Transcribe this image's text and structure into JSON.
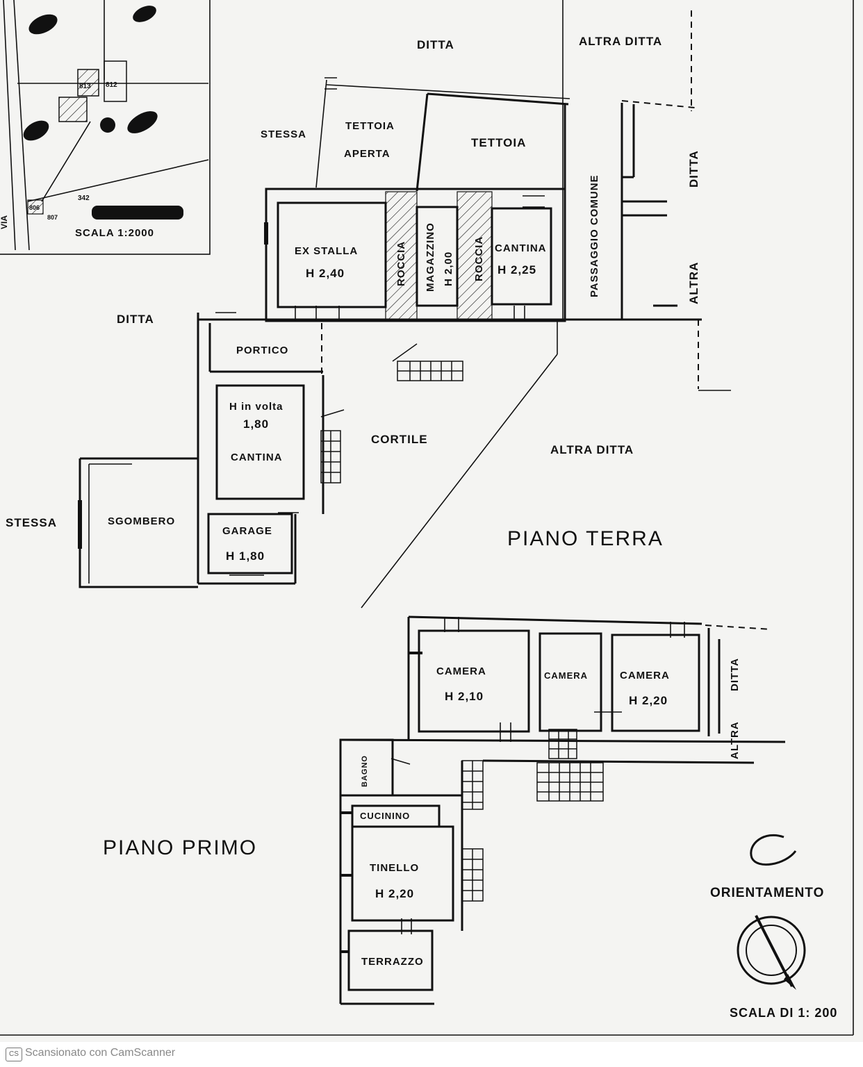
{
  "inset_map": {
    "road": "VIA",
    "parcel_a": "812",
    "parcel_b": "813",
    "parcel_c": "342",
    "parcel_d": "806",
    "parcel_e": "807",
    "scale": "SCALA 1:2000"
  },
  "piano_terra": {
    "title": "PIANO TERRA",
    "neighbors": {
      "top": "DITTA",
      "top_right": "ALTRA DITTA",
      "left": "DITTA",
      "left_stessa": "STESSA",
      "bottom_left_stessa": "STESSA",
      "right_ditta": "DITTA",
      "right_altra": "ALTRA",
      "bottom_right": "ALTRA DITTA"
    },
    "rooms": {
      "tettoia_aperta_1": "TETTOIA",
      "tettoia_aperta_2": "APERTA",
      "tettoia": "TETTOIA",
      "passaggio": "PASSAGGIO COMUNE",
      "ex_stalla": "EX STALLA",
      "ex_stalla_h": "H 2,40",
      "roccia_1": "ROCCIA",
      "magazzino": "MAGAZZINO",
      "magazzino_h": "H 2,00",
      "roccia_2": "ROCCIA",
      "cantina_1": "CANTINA",
      "cantina_1_h": "H 2,25",
      "portico": "PORTICO",
      "cantina_2_h1": "H in volta",
      "cantina_2_h2": "1,80",
      "cantina_2": "CANTINA",
      "cortile": "CORTILE",
      "sgombero": "SGOMBERO",
      "garage": "GARAGE",
      "garage_h": "H 1,80"
    }
  },
  "piano_primo": {
    "title": "PIANO PRIMO",
    "neighbor_ditta": "DITTA",
    "neighbor_altra": "ALTRA",
    "rooms": {
      "camera_1": "CAMERA",
      "camera_1_h": "H 2,10",
      "camera_2": "CAMERA",
      "camera_3": "CAMERA",
      "camera_3_h": "H 2,20",
      "bagno": "BAGNO",
      "cucinino": "CUCININO",
      "tinello": "TINELLO",
      "tinello_h": "H 2,20",
      "terrazzo": "TERRAZZO"
    }
  },
  "orientamento": "ORIENTAMENTO",
  "scala": "SCALA DI 1: 200",
  "footer": {
    "logo": "CS",
    "text": "Scansionato con CamScanner"
  }
}
